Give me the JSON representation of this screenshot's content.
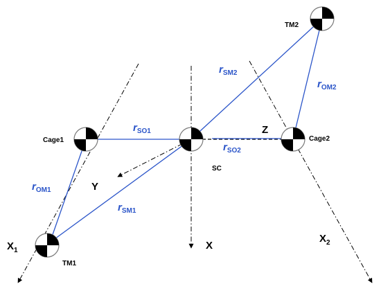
{
  "nodes": {
    "sc": "SC",
    "cage1": "Cage1",
    "cage2": "Cage2",
    "tm1": "TM1",
    "tm2": "TM2"
  },
  "axes": {
    "x": "X",
    "y": "Y",
    "z": "Z",
    "x1_main": "X",
    "x1_sub": "1",
    "x2_main": "X",
    "x2_sub": "2"
  },
  "vectors": {
    "r_so1": {
      "symbol": "r",
      "subscript": "SO1"
    },
    "r_so2": {
      "symbol": "r",
      "subscript": "SO2"
    },
    "r_sm1": {
      "symbol": "r",
      "subscript": "SM1"
    },
    "r_sm2": {
      "symbol": "r",
      "subscript": "SM2"
    },
    "r_om1": {
      "symbol": "r",
      "subscript": "OM1"
    },
    "r_om2": {
      "symbol": "r",
      "subscript": "OM2"
    }
  },
  "colors": {
    "vector": "#2b55c9",
    "axis": "#000000"
  }
}
